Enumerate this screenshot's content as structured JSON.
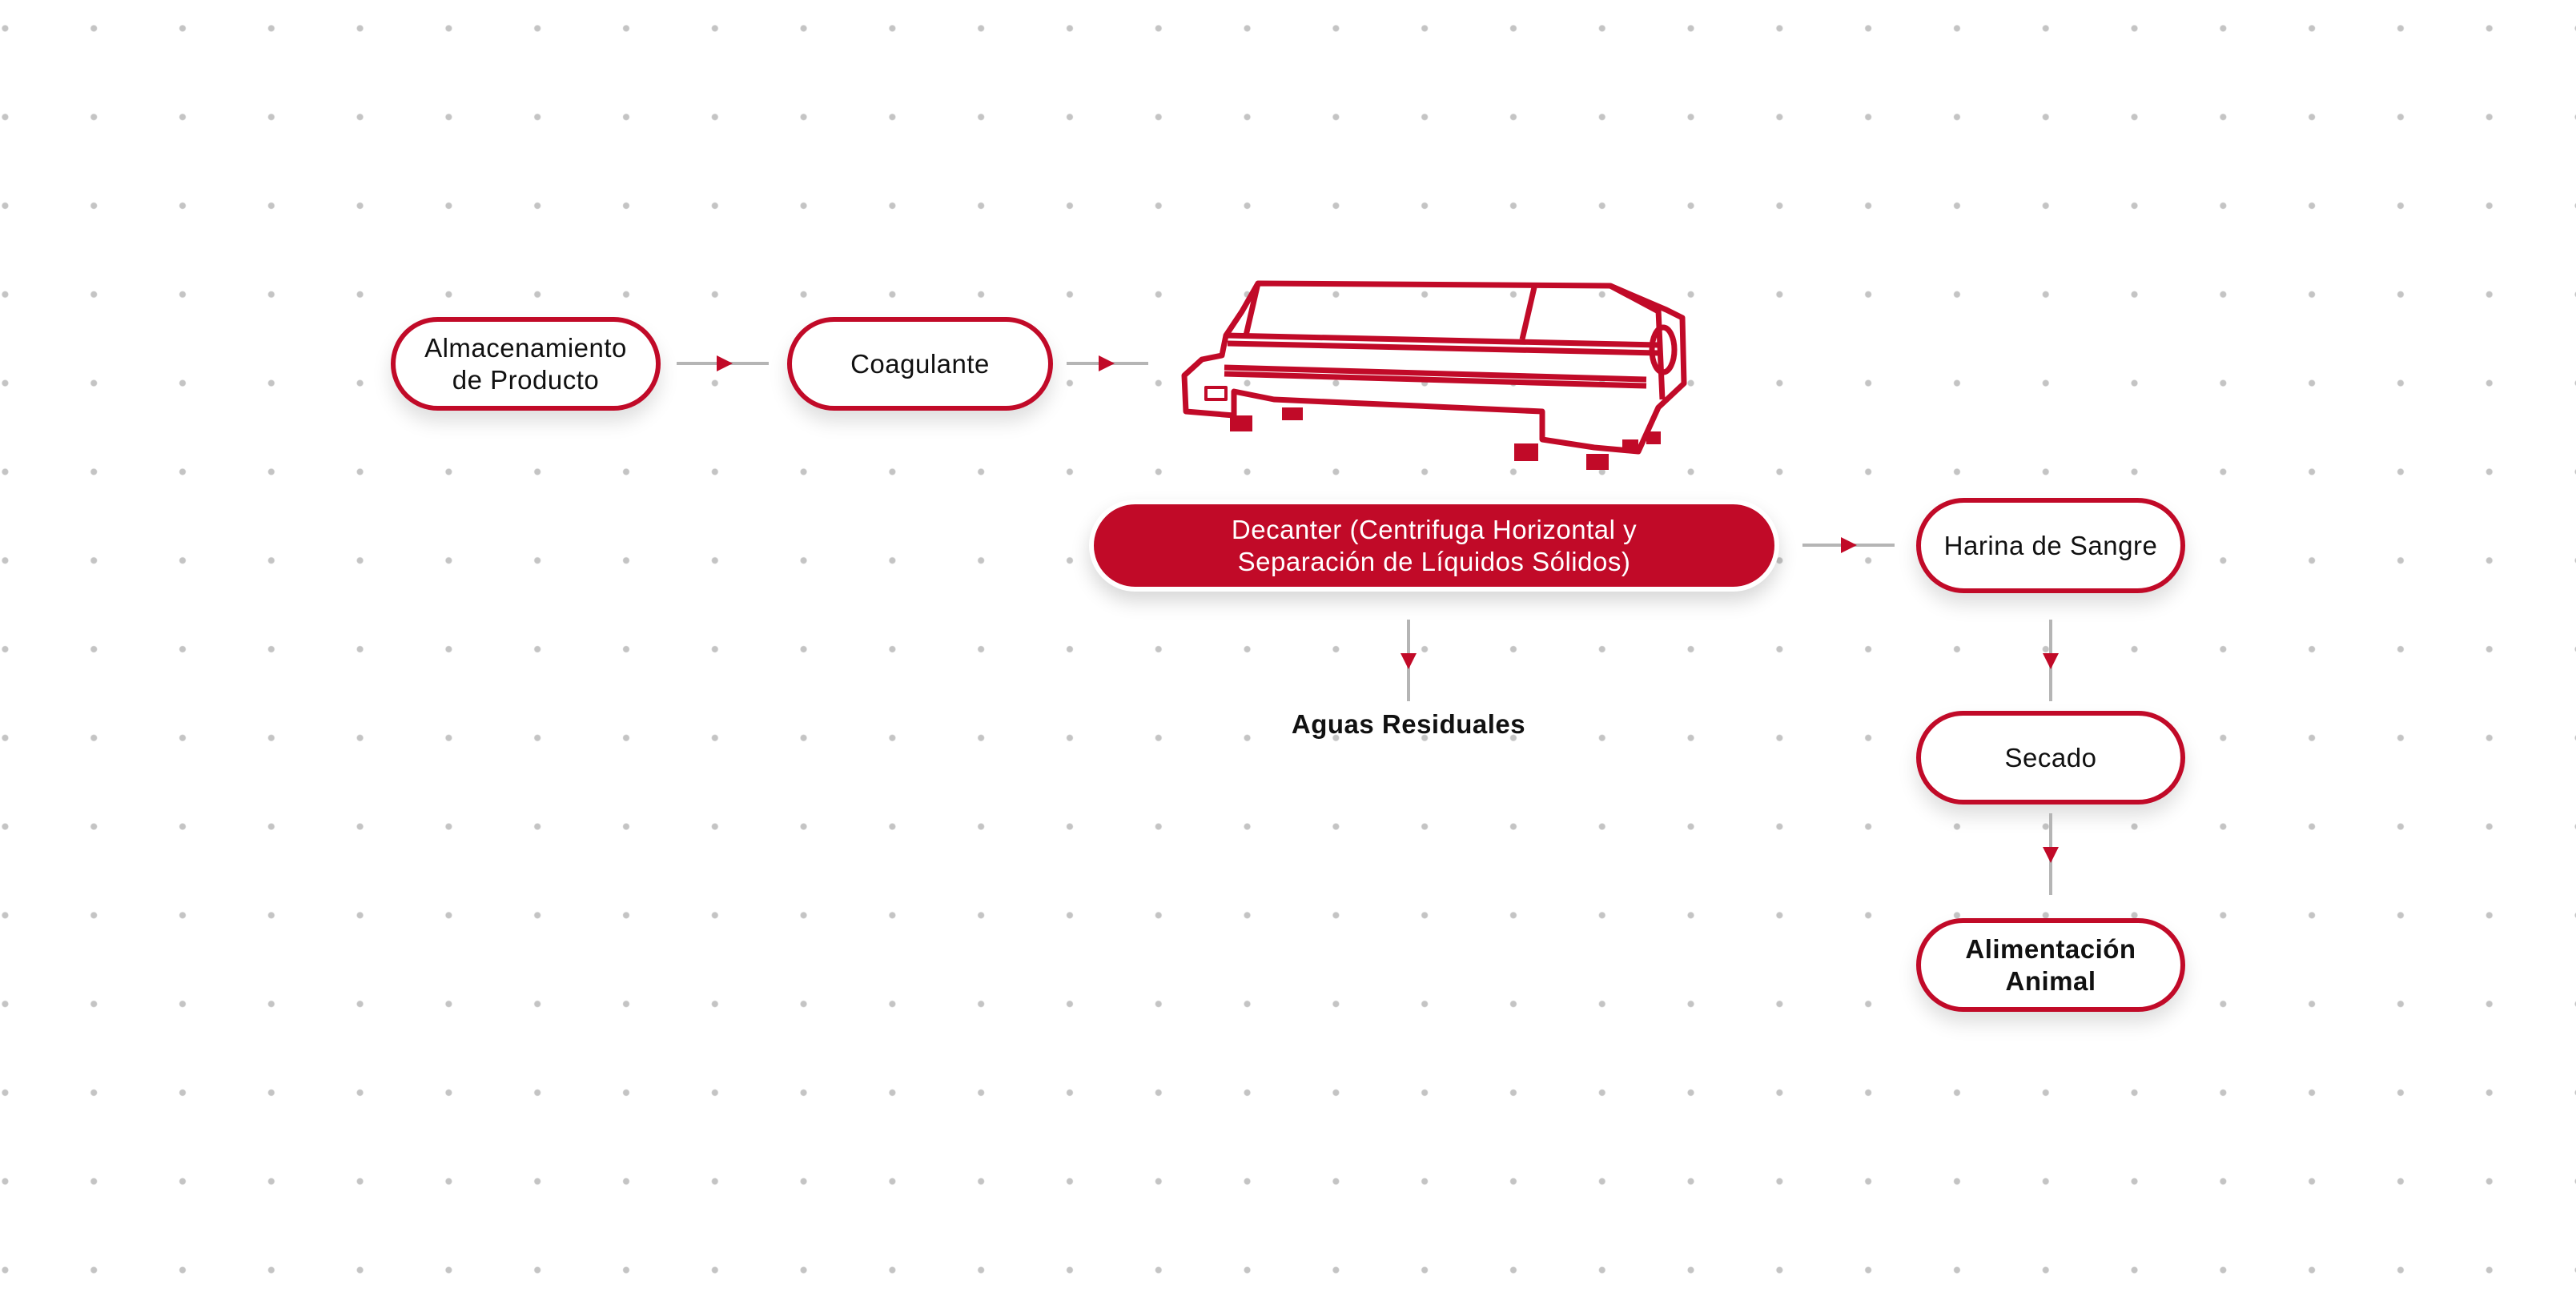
{
  "colors": {
    "accent": "#c10a28",
    "connector": "#b5b5b5"
  },
  "nodes": {
    "storage": "Almacenamiento de Producto",
    "coagulant": "Coagulante",
    "decanter": "Decanter (Centrifuga Horizontal y Separación de Líquidos Sólidos)",
    "blood_meal": "Harina de Sangre",
    "drying": "Secado",
    "animal_feed": "Alimentación Animal"
  },
  "outputs": {
    "wastewater": "Aguas Residuales"
  },
  "illustration": "decanter-centrifuge-icon"
}
